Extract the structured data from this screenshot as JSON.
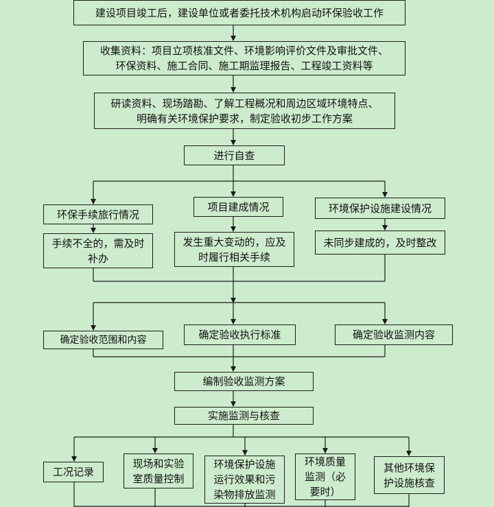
{
  "colors": {
    "background": "#cdeccd",
    "line": "#1a1a1a"
  },
  "nodes": {
    "n1": "建设项目竣工后，建设单位或者委托技术机构启动环保验收工作",
    "n2": "收集资料：项目立项核准文件、环境影响评价文件及审批文件、\n环保资料、施工合同、施工期监理报告、工程竣工资料等",
    "n3": "研读资料、现场踏勘、了解工程概况和周边区域环境特点、\n明确有关环境保护要求，制定验收初步工作方案",
    "n4": "进行自查",
    "n5a": "环保手续旅行情况",
    "n5b": "项目建成情况",
    "n5c": "环境保护设施建设情况",
    "n6a": "手续不全的，需及时\n补办",
    "n6b": "发生重大变动的，应及\n时履行相关手续",
    "n6c": "未同步建成的，及时整改",
    "n7a": "确定验收范围和内容",
    "n7b": "确定验收执行标准",
    "n7c": "确定验收监测内容",
    "n8": "编制验收监测方案",
    "n9": "实施监测与核查",
    "n10a": "工况记录",
    "n10b": "现场和实验\n室质量控制",
    "n10c": "环境保护设施\n运行效果和污\n染物排放监测",
    "n10d": "环境质量\n监测（必\n要时）",
    "n10e": "其他环境保\n护设施核查"
  }
}
